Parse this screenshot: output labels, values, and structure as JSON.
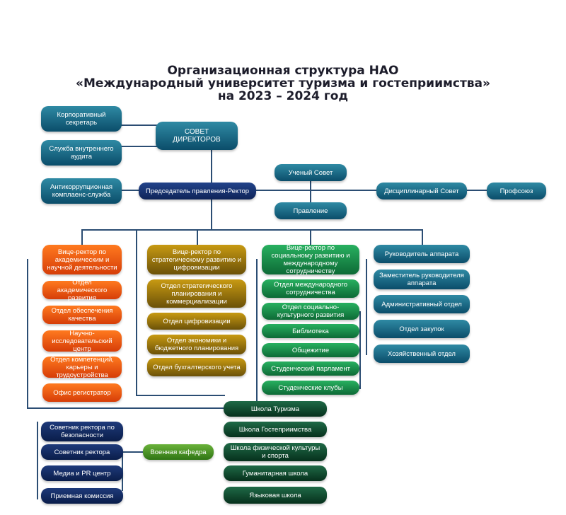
{
  "header": {
    "title_line1": "Организационная структура НАО",
    "title_line2": "«Международный университет туризма и гостеприимства»",
    "title_line3": "на 2023 – 2024 год"
  },
  "top": {
    "corp_secretary": "Корпоративный секретарь",
    "internal_audit": "Служба внутреннего аудита",
    "anticorruption": "Антикоррупционная комплаенс-служба",
    "board_of_directors": "СОВЕТ ДИРЕКТОРОВ",
    "chairman_rector": "Председатель правления-Ректор",
    "academic_council": "Ученый Совет",
    "board": "Правление",
    "disciplinary_council": "Дисциплинарный Совет",
    "trade_union": "Профсоюз"
  },
  "academic": {
    "head": "Вице-ректор по академическим и научной деятельности",
    "items": [
      "Отдел академического развития",
      "Отдел обеспечения качества",
      "Научно-исследовательский центр",
      "Отдел компетенций, карьеры и трудоустройства",
      "Офис регистратор"
    ]
  },
  "strategic": {
    "head": "Вице-ректор по стратегическому развитию и цифровизации",
    "items": [
      "Отдел стратегического планирования и коммерциализации",
      "Отдел цифровизации",
      "Отдел экономики и бюджетного планирования",
      "Отдел бухгалтерского учета"
    ]
  },
  "social": {
    "head": "Вице-ректор по социальному развитию и международному сотрудничеству",
    "items": [
      "Отдел международного сотрудничества",
      "Отдел социально-культурного развития",
      "Библиотека",
      "Общежитие",
      "Студенческий парламент",
      "Студенческие клубы"
    ]
  },
  "administration": {
    "items": [
      "Руководитель аппарата",
      "Заместитель руководителя аппарата",
      "Административный отдел",
      "Отдел закупок",
      "Хозяйственный отдел"
    ]
  },
  "advisors": {
    "items": [
      "Советник ректора по безопасности",
      "Советник ректора",
      "Медиа и PR центр",
      "Приемная комиссия"
    ],
    "military": "Военная кафедра"
  },
  "schools": {
    "items": [
      "Школа Туризма",
      "Школа Гостеприимства",
      "Школа физической культуры и спорта",
      "Гуманитарная школа",
      "Языковая школа"
    ]
  }
}
